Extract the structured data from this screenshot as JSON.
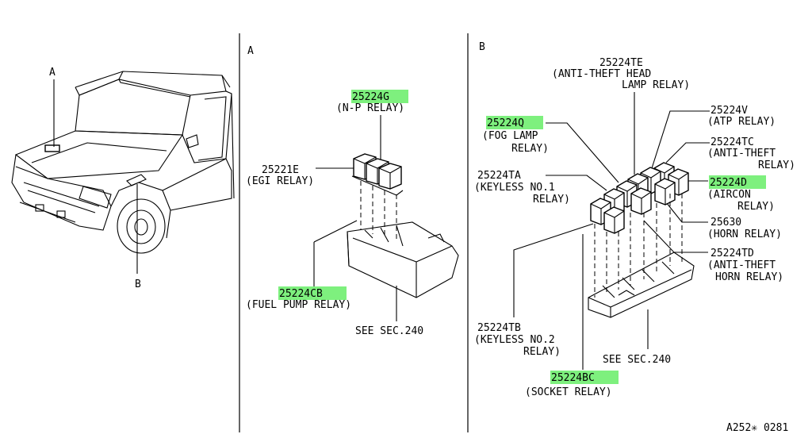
{
  "vehicle": {
    "callout_a": "A",
    "callout_b": "B"
  },
  "panel_a": {
    "letter": "A",
    "parts": [
      {
        "code": "25224G",
        "desc": "(N-P RELAY)",
        "highlight": true
      },
      {
        "code": "25221E",
        "desc": "(EGI RELAY)",
        "highlight": false
      },
      {
        "code": "25224CB",
        "desc": "(FUEL PUMP RELAY)",
        "highlight": true
      }
    ],
    "see_ref": "SEE SEC.240"
  },
  "panel_b": {
    "letter": "B",
    "parts": [
      {
        "code": "25224TE",
        "desc1": "(ANTI-THEFT HEAD",
        "desc2": "LAMP RELAY)",
        "highlight": false
      },
      {
        "code": "25224V",
        "desc1": "(ATP RELAY)",
        "highlight": false
      },
      {
        "code": "25224Q",
        "desc1": "(FOG LAMP",
        "desc2": "RELAY)",
        "highlight": true
      },
      {
        "code": "25224TC",
        "desc1": "(ANTI-THEFT",
        "desc2": "RELAY)",
        "highlight": false
      },
      {
        "code": "25224TA",
        "desc1": "(KEYLESS NO.1",
        "desc2": "RELAY)",
        "highlight": false
      },
      {
        "code": "25224D",
        "desc1": "(AIRCON",
        "desc2": "RELAY)",
        "highlight": true
      },
      {
        "code": "25630",
        "desc1": "(HORN RELAY)",
        "highlight": false
      },
      {
        "code": "25224TD",
        "desc1": "(ANTI-THEFT",
        "desc2": "HORN RELAY)",
        "highlight": false
      },
      {
        "code": "25224TB",
        "desc1": "(KEYLESS NO.2",
        "desc2": "RELAY)",
        "highlight": false
      },
      {
        "code": "25224BC",
        "desc1": "(SOCKET RELAY)",
        "highlight": true
      }
    ],
    "see_ref": "SEE SEC.240"
  },
  "figure_id": "A252✳ 0281",
  "highlight_color": "#7ef07e",
  "line_color": "#000000"
}
